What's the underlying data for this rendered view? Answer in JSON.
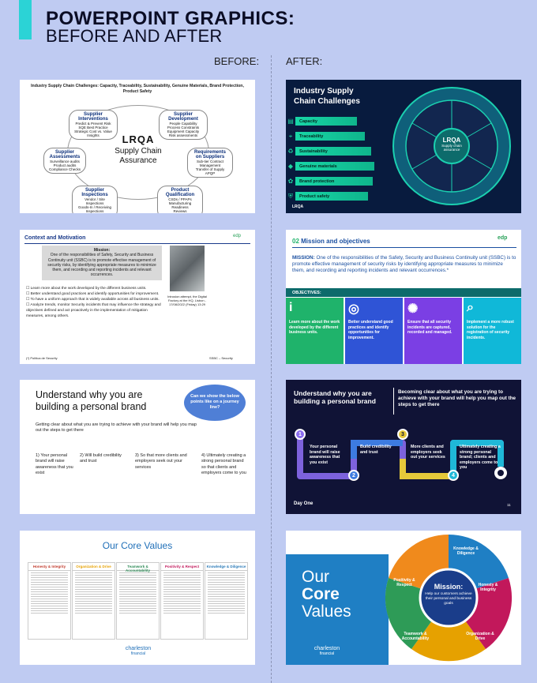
{
  "header": {
    "line1": "POWERPOINT GRAPHICS:",
    "line2": "BEFORE AND AFTER"
  },
  "labels": {
    "before": "BEFORE:",
    "after": "AFTER:"
  },
  "slide1_before": {
    "heading": "Industry Supply Chain Challenges: Capacity, Traceability, Sustainability, Genuine Materials, Brand Protection, Product Safety",
    "logo": "LRQA",
    "center": "Supply Chain Assurance",
    "nodes": [
      {
        "title": "Supplier Interventions",
        "body": "Predict & Prevent Risk\nSQE Best Practice\nStrategic Cost vs. Value Insights"
      },
      {
        "title": "Supplier Development",
        "body": "People Capability\nProcess Constraints\nEquipment Capacity\nRisk assessments"
      },
      {
        "title": "Supplier Assessments",
        "body": "Surveillance audits\nProduct audits\nCompliance Checks"
      },
      {
        "title": "Requirements on Suppliers",
        "body": "Sub-tier Contract Management\nTransfer of Supply\nAPQP"
      },
      {
        "title": "Supplier Inspections",
        "body": "Vendor / Site Inspections\nGoods-In / Receiving Inspections\nLogistics Hi-tec"
      },
      {
        "title": "Product Qualification",
        "body": "CSDs / PPAPs\nManufacturing Readiness\nReviews\nFMEAs"
      }
    ]
  },
  "slide1_after": {
    "title": "Industry Supply Chain Challenges",
    "bars": [
      "Capacity",
      "Traceability",
      "Sustainability",
      "Genuine materials",
      "Brand protection",
      "Product safety"
    ],
    "hub_logo": "LRQA",
    "hub_text": "Supply chain assurance",
    "footer": "LRQA"
  },
  "slide2_before": {
    "title": "Context and Motivation",
    "mission_label": "Mission:",
    "mission": "One of the responsibilities of Safety, Security and Business Continuity unit (SSBC) is to promote effective management of security risks, by identifying appropriate measures to minimize them, and recording and reporting incidents and relevant occurrences.",
    "bullets": [
      "Learn more about the work developed by the different business units.",
      "Better understand good practices and identify opportunities for improvement.",
      "To have a uniform approach that is widely available across all business units.",
      "Analyze trends, monitor Security incidents that may influence the strategy and objectives defined and act proactively in the implementation of mitigation measures, among others."
    ],
    "photo_caption": "Intrusion attempt, the Digital Factory at the HQ, Lisbon - 17/08/2022 (Friday) 13:29",
    "footer_left": "(*) Política de Security",
    "footer_right": "SSBC – Security",
    "logo": "edp"
  },
  "slide2_after": {
    "number": "02",
    "title": "Mission and objectives",
    "mission_label": "MISSION:",
    "mission": "One of the responsibilities of the Safety, Security and Business Continuity unit (SSBC) is to promote effective management of security risks by identifying appropriate measures to minimize them, and recording and reporting incidents and relevant occurrences.*",
    "objectives_label": "OBJECTIVES:",
    "tiles": [
      {
        "icon": "i",
        "text": "Learn more about the work developed by the different business units.",
        "color": "#1fb36b"
      },
      {
        "icon": "◎",
        "text": "Better understand good practices and identify opportunities for improvement.",
        "color": "#2f54d6"
      },
      {
        "icon": "✺",
        "text": "Ensure that all security incidents are captured, recorded and managed.",
        "color": "#7b3fe4"
      },
      {
        "icon": "⌕",
        "text": "Implement a more robust solution for the registration of security incidents.",
        "color": "#10b8d8"
      }
    ],
    "logo": "edp"
  },
  "slide3_before": {
    "title": "Understand why you are building a personal brand",
    "bubble": "Can we show the below points like on a journey line?",
    "intro": "Getting clear about what you are trying to achieve with your brand will help you map out the steps to get there",
    "points": [
      "1) Your personal brand will raise awareness that you exist",
      "2) Will build credibility and trust",
      "3) So that more clients and employers seek out your services",
      "4) Ultimately creating a strong personal brand so that clients and employers come to you"
    ]
  },
  "slide3_after": {
    "title": "Understand why you are building a personal brand",
    "subtitle": "Becoming clear about what you are trying to achieve with your brand will help you map out the steps to get there",
    "steps": [
      {
        "n": "1",
        "text": "Your personal brand will raise awareness that you exist",
        "color": "#8a6cf0"
      },
      {
        "n": "2",
        "text": "Build credibility and trust",
        "color": "#3d7be0"
      },
      {
        "n": "3",
        "text": "More clients and employers seek out your services",
        "color": "#e6c93a"
      },
      {
        "n": "4",
        "text": "Ultimately creating a strong personal brand; clients and employers come to you",
        "color": "#1fb8d8"
      }
    ],
    "footer": "Day One",
    "page": "11"
  },
  "slide4_before": {
    "title": "Our Core Values",
    "columns": [
      {
        "name": "Honesty & Integrity",
        "color": "#c0392b"
      },
      {
        "name": "Organization & Drive",
        "color": "#e6a100"
      },
      {
        "name": "Teamwork & Accountability",
        "color": "#2e8b57"
      },
      {
        "name": "Positivity & Respect",
        "color": "#c2185b"
      },
      {
        "name": "Knowledge & Diligence",
        "color": "#2a7ab8"
      }
    ],
    "logo_line1": "charleston",
    "logo_line2": "financial"
  },
  "slide4_after": {
    "title_line1": "Our",
    "title_line2": "Core",
    "title_line3": "Values",
    "hub_title": "Mission:",
    "hub_text": "Help our customers achieve their personal and business goals",
    "values": [
      "Knowledge & Diligence",
      "Honesty & Integrity",
      "Organization & Drive",
      "Teamwork & Accountability",
      "Positivity & Respect"
    ],
    "logo_line1": "charleston",
    "logo_line2": "financial"
  }
}
